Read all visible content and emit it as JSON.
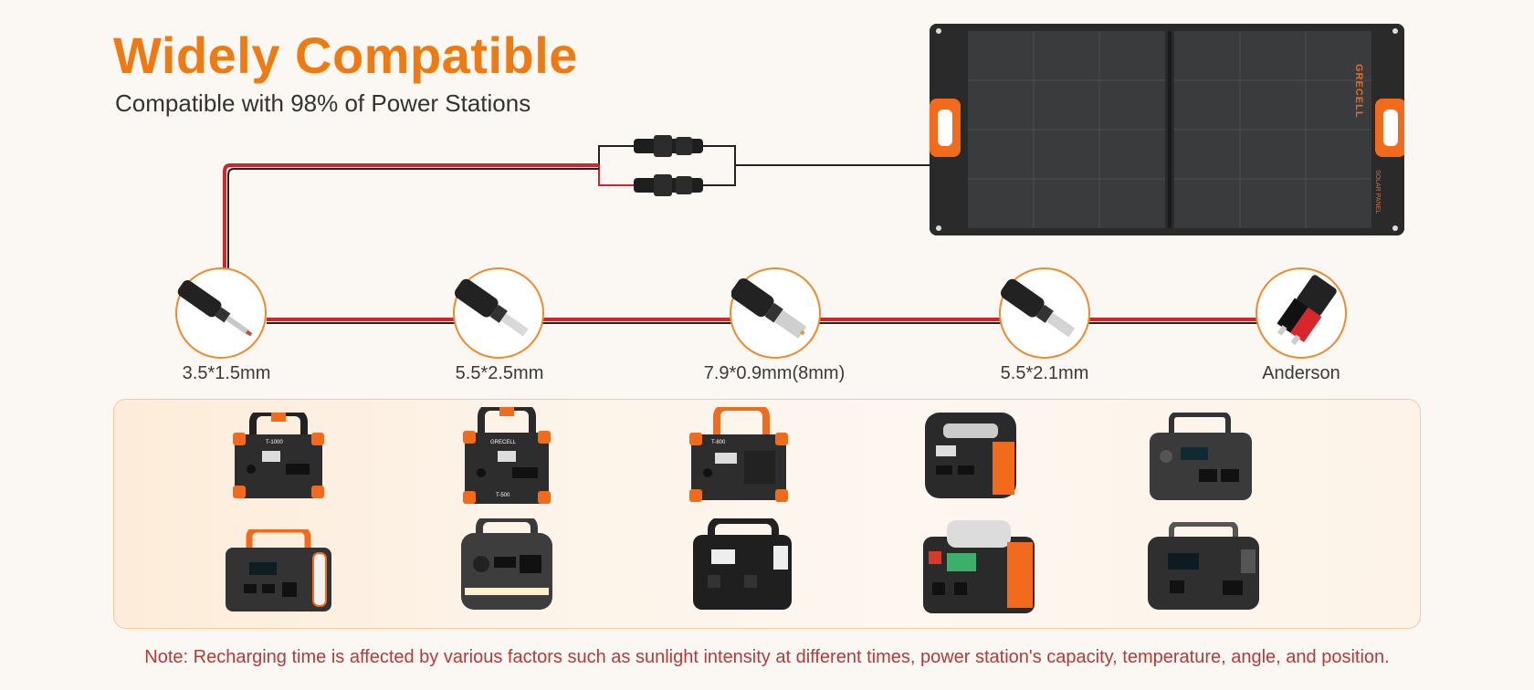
{
  "header": {
    "title": "Widely Compatible",
    "subtitle": "Compatible with 98% of Power Stations"
  },
  "panel": {
    "brand": "GRECELL",
    "side_text": "SOLAR PANEL"
  },
  "connectors": [
    {
      "label": "3.5*1.5mm",
      "icon": "dc-plug-thin-icon"
    },
    {
      "label": "5.5*2.5mm",
      "icon": "dc-plug-icon"
    },
    {
      "label": "7.9*0.9mm(8mm)",
      "icon": "dc-plug-wide-icon"
    },
    {
      "label": "5.5*2.1mm",
      "icon": "dc-plug-icon"
    },
    {
      "label": "Anderson",
      "icon": "anderson-plug-icon"
    }
  ],
  "stations": {
    "row1_badges": [
      "T-1000",
      "T-500",
      "T-800",
      "",
      ""
    ],
    "row1_brand": "GRECELL"
  },
  "colors": {
    "accent": "#f07a12",
    "wire_red": "#d6232a",
    "note": "#b53a3a",
    "station_dark": "#2d2d2d"
  },
  "note": "Note: Recharging time is affected by various factors such as sunlight intensity at different times, power station's capacity, temperature, angle, and position."
}
